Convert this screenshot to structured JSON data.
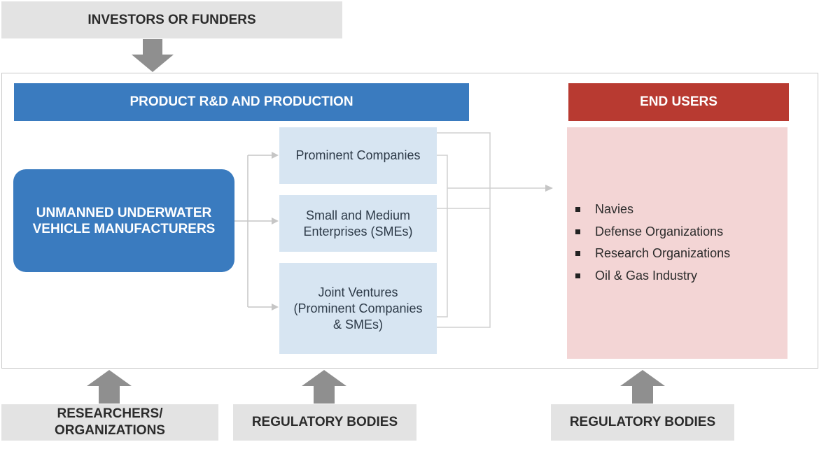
{
  "top": {
    "investors_label": "INVESTORS OR FUNDERS"
  },
  "headers": {
    "rd_production": "PRODUCT R&D AND PRODUCTION",
    "end_users": "END USERS"
  },
  "manufacturer": {
    "line1": "UNMANNED UNDERWATER",
    "line2": "VEHICLE MANUFACTURERS"
  },
  "company_types": [
    {
      "lines": [
        "Prominent Companies"
      ]
    },
    {
      "lines": [
        "Small and Medium",
        "Enterprises (SMEs)"
      ]
    },
    {
      "lines": [
        "Joint Ventures",
        "(Prominent Companies",
        "& SMEs)"
      ]
    }
  ],
  "end_users": [
    "Navies",
    "Defense Organizations",
    "Research Organizations",
    "Oil & Gas Industry"
  ],
  "bottom": {
    "researchers_line1": "RESEARCHERS/",
    "researchers_line2": "ORGANIZATIONS",
    "regulatory_1": "REGULATORY BODIES",
    "regulatory_2": "REGULATORY BODIES"
  },
  "colors": {
    "blue": "#3a7bbf",
    "red": "#b83a31",
    "light_blue": "#d7e5f2",
    "pink": "#f3d5d5",
    "grey": "#e3e3e3",
    "arrow_grey": "#8f8f8f"
  }
}
